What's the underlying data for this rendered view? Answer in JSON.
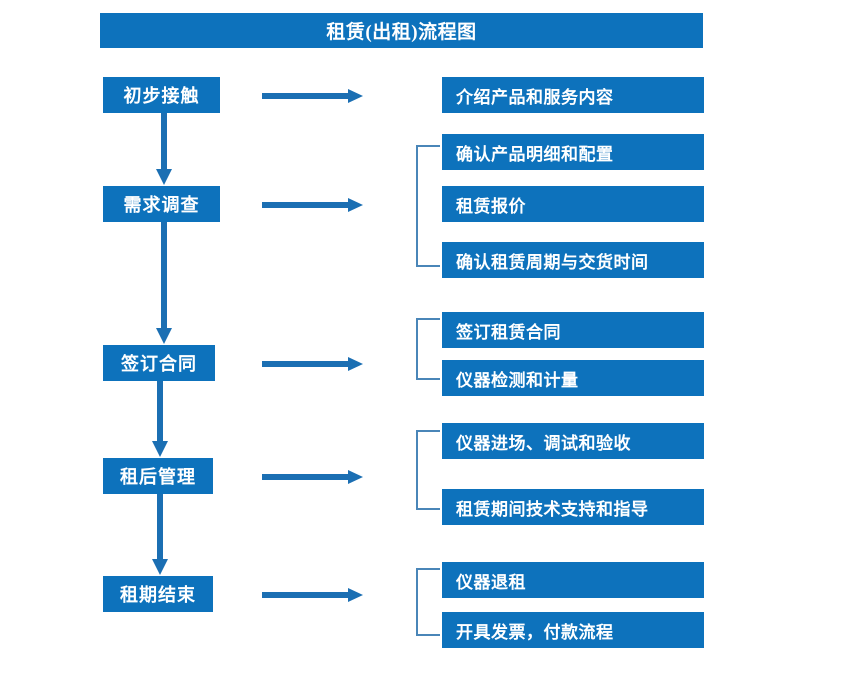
{
  "title": "租赁(出租)流程图",
  "colors": {
    "box_fill": "#0d72bc",
    "box_text": "#ffffff",
    "arrow": "#1b6fb3",
    "brace": "#4a86b8",
    "background": "#ffffff"
  },
  "stages": [
    {
      "id": "stage-1",
      "label": "初步接触"
    },
    {
      "id": "stage-2",
      "label": "需求调查"
    },
    {
      "id": "stage-3",
      "label": "签订合同"
    },
    {
      "id": "stage-4",
      "label": "租后管理"
    },
    {
      "id": "stage-5",
      "label": "租期结束"
    }
  ],
  "details": [
    {
      "id": "detail-1-1",
      "label": "介绍产品和服务内容"
    },
    {
      "id": "detail-2-1",
      "label": "确认产品明细和配置"
    },
    {
      "id": "detail-2-2",
      "label": "租赁报价"
    },
    {
      "id": "detail-2-3",
      "label": "确认租赁周期与交货时间"
    },
    {
      "id": "detail-3-1",
      "label": "签订租赁合同"
    },
    {
      "id": "detail-3-2",
      "label": "仪器检测和计量"
    },
    {
      "id": "detail-4-1",
      "label": "仪器进场、调试和验收"
    },
    {
      "id": "detail-4-2",
      "label": "租赁期间技术支持和指导"
    },
    {
      "id": "detail-5-1",
      "label": "仪器退租"
    },
    {
      "id": "detail-5-2",
      "label": "开具发票，付款流程"
    }
  ],
  "flow_groups": [
    {
      "stage": "初步接触",
      "items": [
        "介绍产品和服务内容"
      ],
      "has_brace": false
    },
    {
      "stage": "需求调查",
      "items": [
        "确认产品明细和配置",
        "租赁报价",
        "确认租赁周期与交货时间"
      ],
      "has_brace": true
    },
    {
      "stage": "签订合同",
      "items": [
        "签订租赁合同",
        "仪器检测和计量"
      ],
      "has_brace": true
    },
    {
      "stage": "租后管理",
      "items": [
        "仪器进场、调试和验收",
        "租赁期间技术支持和指导"
      ],
      "has_brace": true
    },
    {
      "stage": "租期结束",
      "items": [
        "仪器退租",
        "开具发票，付款流程"
      ],
      "has_brace": true
    }
  ]
}
